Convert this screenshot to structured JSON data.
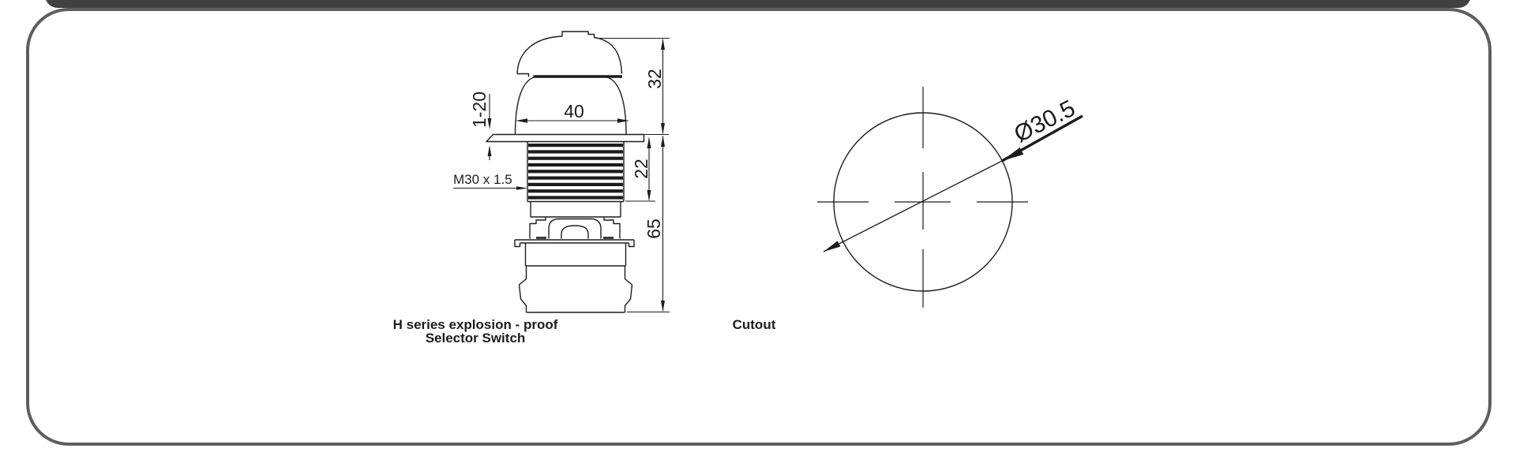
{
  "colors": {
    "line": "#1c1c1c",
    "card_border": "#5e5e5e",
    "top_bar": "#414141",
    "background": "#ffffff"
  },
  "switch_drawing": {
    "captions": {
      "line1": "H series explosion - proof",
      "line2": "Selector Switch"
    },
    "dims": {
      "width": "40",
      "head_height": "32",
      "thread_length": "22",
      "total_height": "65",
      "panel_thickness": "1-20"
    },
    "thread_spec": "M30 x 1.5"
  },
  "cutout_drawing": {
    "caption": "Cutout",
    "diameter": "Ø30.5"
  }
}
